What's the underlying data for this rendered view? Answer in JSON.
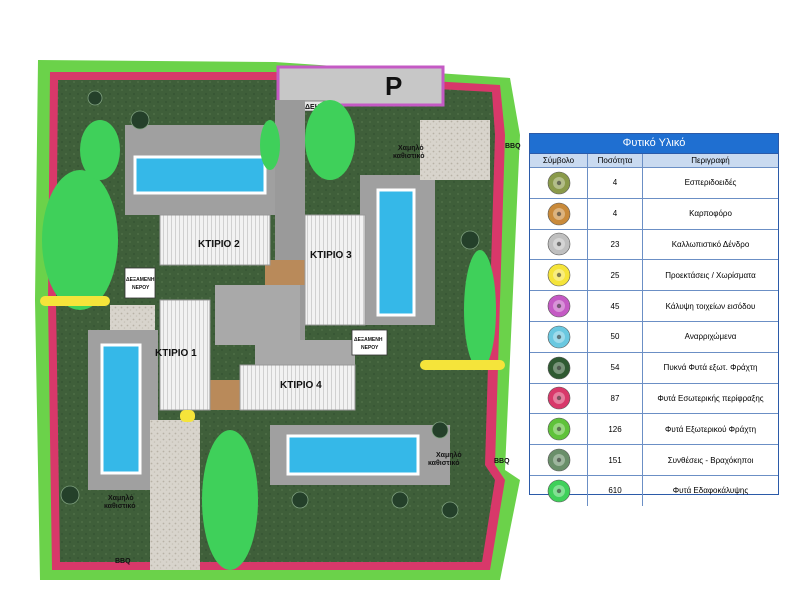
{
  "site": {
    "parking_label": "P",
    "utility_label": "ΔΕΗ",
    "buildings": [
      "ΚΤΙΡΙΟ 1",
      "ΚΤΙΡΙΟ 2",
      "ΚΤΙΡΙΟ 3",
      "ΚΤΙΡΙΟ 4"
    ],
    "water_tank_label": [
      "ΔΕΞΑΜΕΝΗ",
      "ΝΕΡΟΥ"
    ],
    "low_seating": [
      "Χαμηλό",
      "καθιστικό"
    ],
    "bbq_label": "BBQ"
  },
  "legend": {
    "title": "Φυτικό Υλικό",
    "headers": [
      "Σύμβολο",
      "Ποσότητα",
      "Περιγραφή"
    ],
    "rows": [
      {
        "icon": "citrus-tree-icon",
        "qty": "4",
        "desc": "Εσπεριδοειδές",
        "color": "#8a9a4a"
      },
      {
        "icon": "fruit-tree-icon",
        "qty": "4",
        "desc": "Καρποφόρο",
        "color": "#c98a3a"
      },
      {
        "icon": "ornamental-tree-icon",
        "qty": "23",
        "desc": "Καλλωπιστικό Δένδρο",
        "color": "#bfbfbf"
      },
      {
        "icon": "projection-shrub-icon",
        "qty": "25",
        "desc": "Προεκτάσεις / Χωρίσματα",
        "color": "#f5e43a"
      },
      {
        "icon": "entrance-wall-cover-icon",
        "qty": "45",
        "desc": "Κάλυψη τοιχείων εισόδου",
        "color": "#c45ac4"
      },
      {
        "icon": "climber-plant-icon",
        "qty": "50",
        "desc": "Αναρριχώμενα",
        "color": "#6ac8e0"
      },
      {
        "icon": "dense-outer-hedge-icon",
        "qty": "54",
        "desc": "Πυκνά Φυτά εξωτ. Φράχτη",
        "color": "#2f5a32"
      },
      {
        "icon": "inner-perimeter-plant-icon",
        "qty": "87",
        "desc": "Φυτά Εσωτερικής περίφραξης",
        "color": "#d8386a"
      },
      {
        "icon": "outer-fence-plant-icon",
        "qty": "126",
        "desc": "Φυτά Εξωτερικού Φράχτη",
        "color": "#5fc23a"
      },
      {
        "icon": "rock-garden-icon",
        "qty": "151",
        "desc": "Συνθέσεις - Βραχόκηποι",
        "color": "#6a8f6a"
      },
      {
        "icon": "ground-cover-icon",
        "qty": "610",
        "desc": "Φυτά Εδαφοκάλυψης",
        "color": "#3fd05a"
      }
    ]
  }
}
